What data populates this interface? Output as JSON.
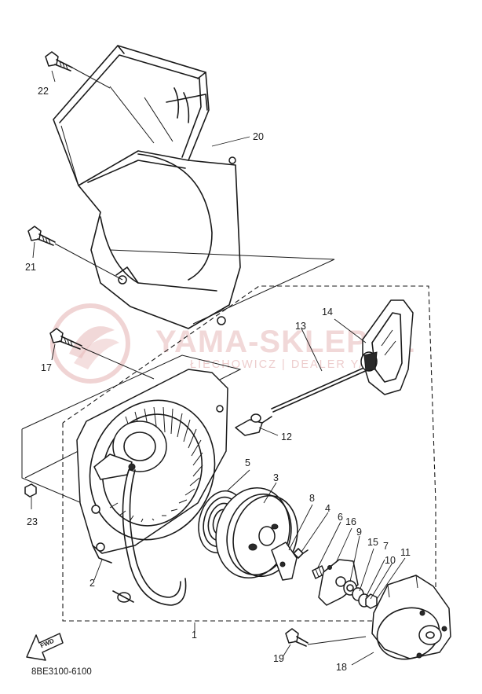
{
  "diagram_code": "8BE3100-6100",
  "watermark": {
    "site": "YAMA-SKLEP.PL",
    "dealer": "ŁIECHOWICZ | DEALER YAMAHA"
  },
  "fwd_label": "FWD",
  "part_labels": [
    {
      "id": "p1",
      "text": "1"
    },
    {
      "id": "p2",
      "text": "2"
    },
    {
      "id": "p3",
      "text": "3"
    },
    {
      "id": "p4",
      "text": "4"
    },
    {
      "id": "p5",
      "text": "5"
    },
    {
      "id": "p6",
      "text": "6"
    },
    {
      "id": "p7",
      "text": "7"
    },
    {
      "id": "p8",
      "text": "8"
    },
    {
      "id": "p9",
      "text": "9"
    },
    {
      "id": "p10",
      "text": "10"
    },
    {
      "id": "p11",
      "text": "11"
    },
    {
      "id": "p12",
      "text": "12"
    },
    {
      "id": "p13",
      "text": "13"
    },
    {
      "id": "p14",
      "text": "14"
    },
    {
      "id": "p15",
      "text": "15"
    },
    {
      "id": "p16",
      "text": "16"
    },
    {
      "id": "p17",
      "text": "17"
    },
    {
      "id": "p18",
      "text": "18"
    },
    {
      "id": "p19",
      "text": "19"
    },
    {
      "id": "p20",
      "text": "20"
    },
    {
      "id": "p21",
      "text": "21"
    },
    {
      "id": "p22",
      "text": "22"
    },
    {
      "id": "p23",
      "text": "23"
    }
  ]
}
